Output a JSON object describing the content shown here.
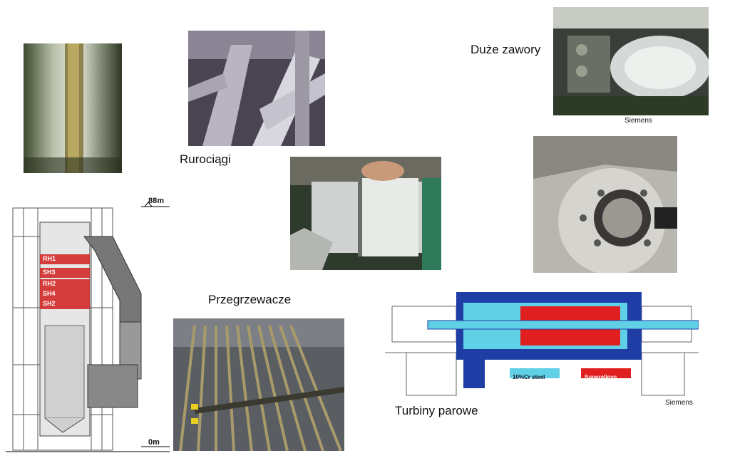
{
  "captions": {
    "pipelines": "Rurociągi",
    "valves": "Duże zawory",
    "superheaters": "Przegrzewacze",
    "turbines": "Turbiny parowe"
  },
  "credits": {
    "valves": "Siemens",
    "turbine": "Siemens"
  },
  "boiler": {
    "top_height": "88m",
    "bottom_height": "0m",
    "sections": [
      "RH1",
      "SH3",
      "RH2",
      "SH4",
      "SH2"
    ]
  },
  "turbine": {
    "legend": [
      "10%Cr steel",
      "Superalloys"
    ]
  },
  "colors": {
    "turbine_blue": "#1e3ea6",
    "turbine_cyan": "#5fd0e6",
    "turbine_red": "#e02020",
    "boiler_red": "#d42a2a"
  }
}
